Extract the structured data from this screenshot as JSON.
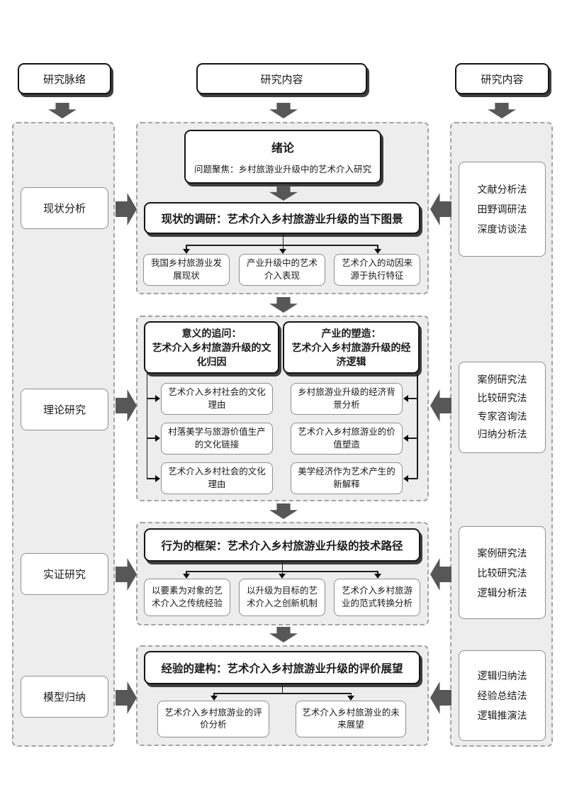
{
  "colors": {
    "background": "#ffffff",
    "panel_fill": "#ededed",
    "panel_border": "#a3a3a3",
    "bold_box_border": "#141414",
    "box_shadow": "#3d3d3d",
    "light_box_border": "#8f8f8f",
    "block_arrow": "#575757",
    "connector": "#1c1c1c"
  },
  "top": {
    "pillars": [
      "研究脉络",
      "研究内容",
      "研究内容"
    ]
  },
  "left_column": {
    "stages": [
      "现状分析",
      "理论研究",
      "实证研究",
      "模型归纳"
    ]
  },
  "right_column": {
    "groups": [
      {
        "lines": [
          "文献分析法",
          "田野调研法",
          "深度访谈法"
        ]
      },
      {
        "lines": [
          "案例研究法",
          "比较研究法",
          "专家咨询法",
          "归纳分析法"
        ]
      },
      {
        "lines": [
          "案例研究法",
          "比较研究法",
          "逻辑分析法"
        ]
      },
      {
        "lines": [
          "逻辑归纳法",
          "经验总结法",
          "逻辑推演法"
        ]
      }
    ]
  },
  "sections": {
    "s1": {
      "intro_title": "绪论",
      "intro_subtitle": "问题聚焦：乡村旅游业升级中的艺术介入研究",
      "header": "现状的调研：艺术介入乡村旅游业升级的当下图景",
      "boxes": [
        "我国乡村旅游业发展现状",
        "产业升级中的艺术介入表现",
        "艺术介入的动因来源于执行特征"
      ]
    },
    "s2": {
      "left_header_prefix": "意义的追问：",
      "left_header_rest": "艺术介入乡村旅游升级的文化归因",
      "right_header_prefix": "产业的塑造：",
      "right_header_rest": "艺术介入乡村旅游升级的经济逻辑",
      "left_boxes": [
        "艺术介入乡村社会的文化理由",
        "村落美学与旅游价值生产的文化链接",
        "艺术介入乡村社会的文化理由"
      ],
      "right_boxes": [
        "乡村旅游业升级的经济背景分析",
        "艺术介入乡村旅游业的价值塑造",
        "美学经济作为艺术产生的新解释"
      ]
    },
    "s3": {
      "header": "行为的框架：艺术介入乡村旅游业升级的技术路径",
      "boxes": [
        "以要素为对象的艺术介入之传统经验",
        "以升级为目标的艺术介入之创新机制",
        "艺术介入乡村旅游业的范式转换分析"
      ]
    },
    "s4": {
      "header": "经验的建构：艺术介入乡村旅游业升级的评价展望",
      "boxes": [
        "艺术介入乡村旅游业的评价分析",
        "艺术介入乡村旅游业的未来展望"
      ]
    }
  }
}
